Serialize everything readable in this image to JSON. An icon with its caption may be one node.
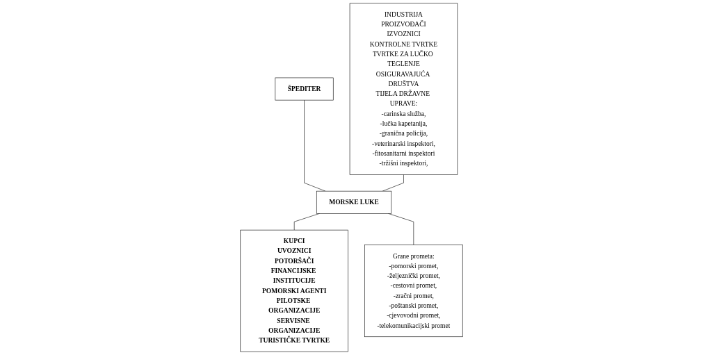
{
  "diagram": {
    "nodes": [
      {
        "text": [
          "INDUSTRIJA",
          "PROIZVOĐAČI",
          "IZVOZNICI",
          "KONTROLNE TVRTKE",
          "TVRTKE ZA LUČKO TEGLENJE",
          "OSIGURAVAJUĆA DRUŠTVA",
          "TIJELA DRŽAVNE UPRAVE:",
          "-carinska služba,",
          "-lučka kapetanija,",
          "-granična policija,",
          "-veterinarski inspektori,",
          "-fitosanitarni inspektori",
          "-tržišni inspektori,"
        ]
      },
      {
        "text": [
          "ŠPEDITER"
        ]
      },
      {
        "text": [
          "MORSKE LUKE"
        ]
      },
      {
        "text": [
          "KUPCI",
          "UVOZNICI",
          "POTORŠAČI",
          "FINANCIJSKE INSTITUCIJE",
          "POMORSKI AGENTI",
          "PILOTSKE ORGANIZACIJE",
          "SERVISNE ORGANIZACIJE",
          "TURISTIČKE TVRTKE"
        ]
      },
      {
        "text": [
          "Grane prometa:",
          "-pomorski promet,",
          "-željeznički promet,",
          "-cestovni promet,",
          "-zračni promet,",
          "-poštanski promet,",
          "-cjevovodni promet,",
          "-telekomunikacijski promet"
        ]
      }
    ],
    "edges": [
      {
        "from": 1,
        "to": 2,
        "arrow": "none"
      },
      {
        "from": 0,
        "to": 2,
        "arrow": "none"
      },
      {
        "from": 2,
        "to": 3,
        "arrow": "none"
      },
      {
        "from": 2,
        "to": 4,
        "arrow": "none"
      }
    ]
  }
}
